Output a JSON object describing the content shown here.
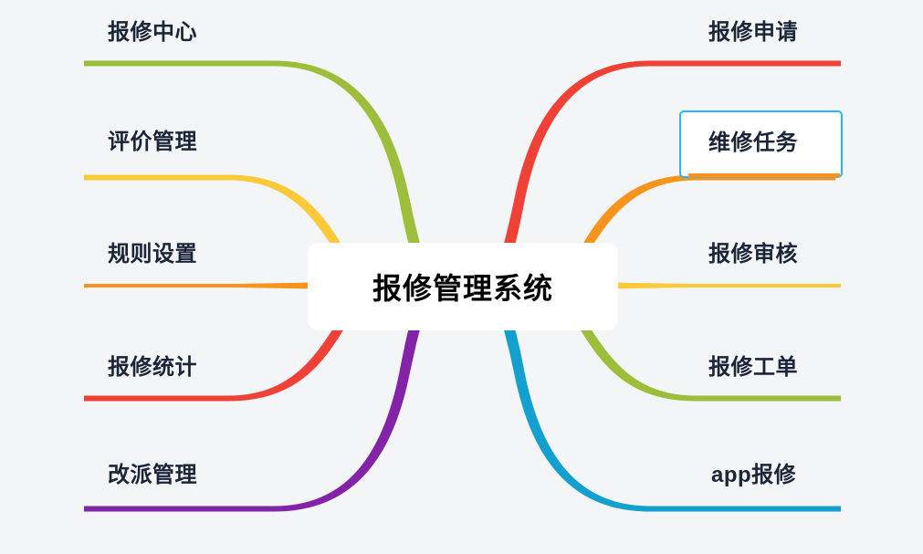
{
  "diagram": {
    "type": "mind-map",
    "background_color": "#f4f5f7",
    "center": {
      "title": "报修管理系统",
      "text_color": "#000000",
      "fill_color": "#ffffff"
    },
    "selection": {
      "selected_label": "维修任务",
      "border_color": "#29b6f6",
      "fill_color": "#ffffff"
    },
    "branches_left": [
      {
        "label": "报修中心",
        "color": "#9cbe3b"
      },
      {
        "label": "评价管理",
        "color": "#fcc938"
      },
      {
        "label": "规则设置",
        "color": "#f7941e"
      },
      {
        "label": "报修统计",
        "color": "#ef4135"
      },
      {
        "label": "改派管理",
        "color": "#8223a8"
      }
    ],
    "branches_right": [
      {
        "label": "报修申请",
        "color": "#ef4135"
      },
      {
        "label": "维修任务",
        "color": "#f7941e"
      },
      {
        "label": "报修审核",
        "color": "#fcc938"
      },
      {
        "label": "报修工单",
        "color": "#9cbe3b"
      },
      {
        "label": "app报修",
        "color": "#14a0cf"
      }
    ]
  }
}
